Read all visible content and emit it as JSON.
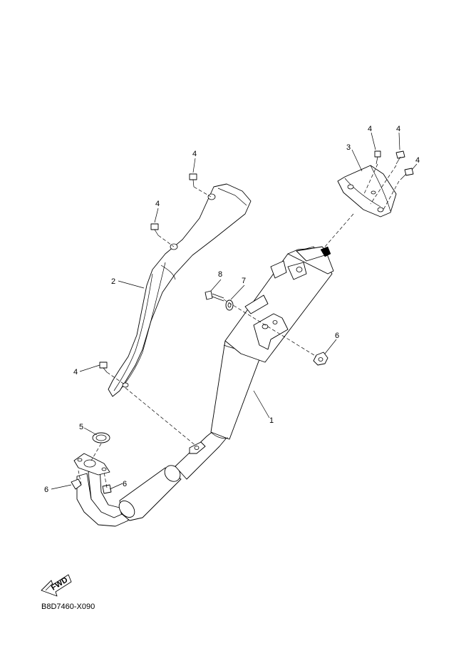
{
  "diagram": {
    "callouts": [
      {
        "id": "c-4a",
        "label": "4"
      },
      {
        "id": "c-4b",
        "label": "4"
      },
      {
        "id": "c-4c",
        "label": "4"
      },
      {
        "id": "c-4d",
        "label": "4"
      },
      {
        "id": "c-4e",
        "label": "4"
      },
      {
        "id": "c-4f",
        "label": "4"
      },
      {
        "id": "c-3",
        "label": "3"
      },
      {
        "id": "c-2",
        "label": "2"
      },
      {
        "id": "c-8",
        "label": "8"
      },
      {
        "id": "c-7",
        "label": "7"
      },
      {
        "id": "c-6a",
        "label": "6"
      },
      {
        "id": "c-6b",
        "label": "6"
      },
      {
        "id": "c-6c",
        "label": "6"
      },
      {
        "id": "c-1",
        "label": "1"
      },
      {
        "id": "c-5",
        "label": "5"
      }
    ],
    "fwd_label": "FWD",
    "drawing_code": "B8D7460-X090"
  },
  "icons": {
    "forward_arrow": "fwd-arrow-icon"
  }
}
